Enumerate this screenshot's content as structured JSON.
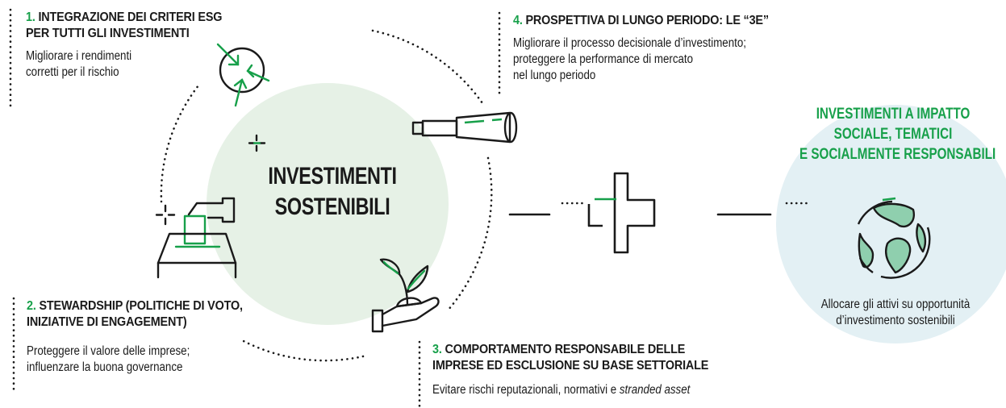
{
  "center": {
    "line1": "INVESTIMENTI",
    "line2": "SOSTENIBILI"
  },
  "items": [
    {
      "number": "1.",
      "title_line1": "INTEGRAZIONE DEI CRITERI ESG",
      "title_line2": "PER  TUTTI GLI INVESTIMENTI",
      "desc_line1": "Migliorare i rendimenti",
      "desc_line2": "corretti per il rischio"
    },
    {
      "number": "2.",
      "title_line1": "STEWARDSHIP (POLITICHE DI VOTO,",
      "title_line2": "INIZIATIVE DI ENGAGEMENT)",
      "desc_line1": "Proteggere il valore delle imprese;",
      "desc_line2": "influenzare la buona governance"
    },
    {
      "number": "3.",
      "title_line1": "COMPORTAMENTO RESPONSABILE DELLE",
      "title_line2": "IMPRESE ED ESCLUSIONE SU BASE SETTORIALE",
      "desc_line1": "Evitare rischi reputazionali, normativi e ",
      "desc_italic": "stranded asset"
    },
    {
      "number": "4.",
      "title_line1": "PROSPETTIVA DI LUNGO PERIODO: LE “3E”",
      "desc_line1": "Migliorare il processo decisionale d’investimento;",
      "desc_line2": "proteggere la performance di mercato",
      "desc_line3": "nel lungo periodo"
    }
  ],
  "right": {
    "title_line1": "INVESTIMENTI A IMPATTO",
    "title_line2": "SOCIALE, TEMATICI",
    "title_line3": "E SOCIALMENTE RESPONSABILI",
    "desc_line1": "Allocare gli attivi su opportunità",
    "desc_line2": "d’investimento sostenibili"
  },
  "colors": {
    "accent_green": "#17a04a",
    "center_circle": "#e6f1e6",
    "right_circle": "#e3f0f4",
    "globe_land": "#8fcfae",
    "ink": "#1a1a1a"
  },
  "icons": [
    "arrows-inward-circle-icon",
    "spyglass-icon",
    "ballot-box-icon",
    "plant-in-hand-icon",
    "plus-icon",
    "globe-icon",
    "sparkle-icon"
  ]
}
